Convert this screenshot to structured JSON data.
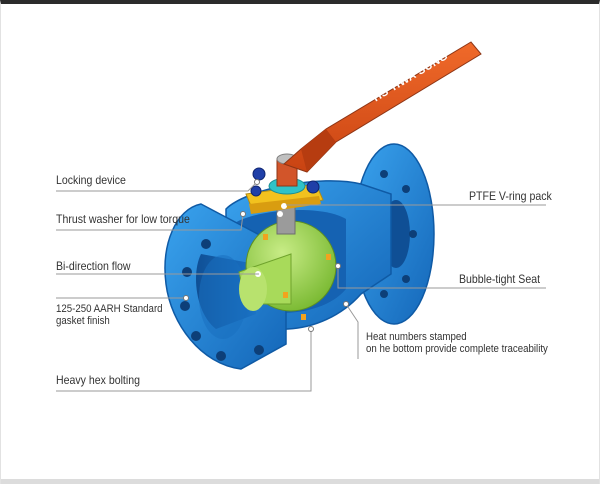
{
  "brand": {
    "handle_text": "HWA SUNG",
    "handle_logo": "HS"
  },
  "labels": {
    "locking_device": "Locking device",
    "thrust_washer": "Thrust washer for low torque",
    "bi_direction_flow": "Bi-direction flow",
    "gasket_line1": "125-250 AARH Standard",
    "gasket_line2": "gasket finish",
    "heavy_hex_bolting": "Heavy hex bolting",
    "ptfe_vring": "PTFE V-ring pack",
    "bubble_tight_seat": "Bubble-tight Seat",
    "heat_numbers_line1": "Heat numbers stamped",
    "heat_numbers_line2": "on he bottom provide complete traceability"
  },
  "colors": {
    "body_blue": "#1f86d8",
    "body_dark": "#1462b0",
    "handle_orange": "#e2541c",
    "ball_green": "#9bd24a",
    "stem_yellow": "#f2c21e",
    "leader_line": "#9a9a9a"
  }
}
